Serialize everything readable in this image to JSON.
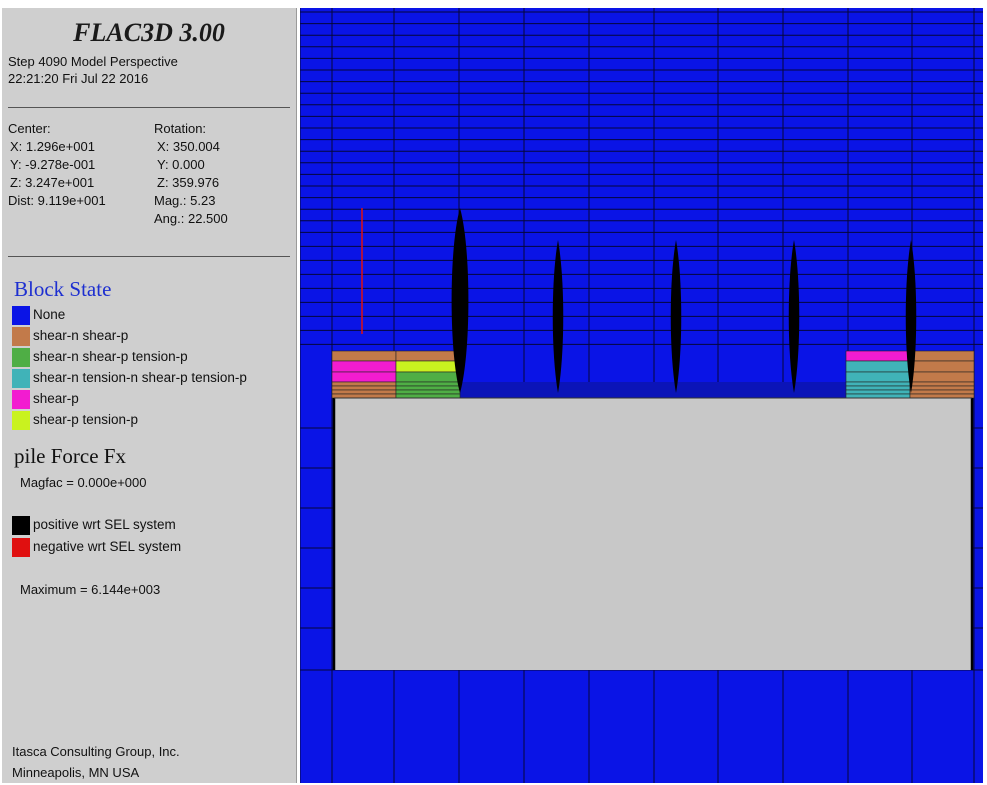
{
  "app": {
    "title": "FLAC3D 3.00"
  },
  "header": {
    "step": "Step 4090  Model Perspective",
    "timestamp": "22:21:20 Fri Jul 22 2016"
  },
  "view": {
    "center_label": "Center:",
    "rotation_label": "Rotation:",
    "center_x": "X: 1.296e+001",
    "center_y": "Y: -9.278e-001",
    "center_z": "Z: 3.247e+001",
    "dist": "Dist: 9.119e+001",
    "rot_x": "X: 350.004",
    "rot_y": "Y:   0.000",
    "rot_z": "Z: 359.976",
    "mag": "Mag.:     5.23",
    "ang": "Ang.:  22.500"
  },
  "block_state": {
    "title": "Block State",
    "items": [
      {
        "label": "None",
        "color": "#0a14e6"
      },
      {
        "label": "shear-n shear-p",
        "color": "#c27a4a"
      },
      {
        "label": "shear-n shear-p tension-p",
        "color": "#4fae45"
      },
      {
        "label": "shear-n tension-n shear-p tension-p",
        "color": "#40b3b8"
      },
      {
        "label": "shear-p",
        "color": "#f21cd0"
      },
      {
        "label": "shear-p tension-p",
        "color": "#c9f21f"
      }
    ]
  },
  "pile_force": {
    "title": "pile Force Fx",
    "magfac": "Magfac =  0.000e+000",
    "items": [
      {
        "label": "positive wrt SEL system",
        "color": "#000000"
      },
      {
        "label": "negative wrt SEL system",
        "color": "#e01010"
      }
    ],
    "maximum": "Maximum =  6.144e+003"
  },
  "footer": {
    "company": "Itasca Consulting Group, Inc.",
    "location": "Minneapolis, MN  USA"
  },
  "colors": {
    "zone_fill": "#0a14e6",
    "zone_line": "#05063a",
    "slab": "#c8c8c8",
    "panel": "#cfcfcf"
  }
}
